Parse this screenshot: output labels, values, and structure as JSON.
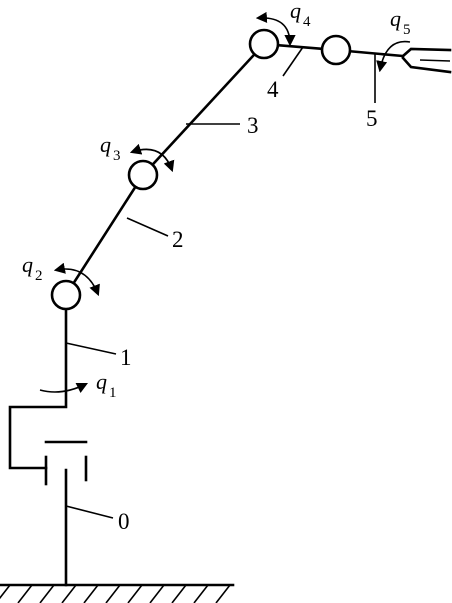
{
  "link_labels": [
    "0",
    "1",
    "2",
    "3",
    "4",
    "5"
  ],
  "joint_variables": [
    {
      "symbol": "q",
      "index": "1"
    },
    {
      "symbol": "q",
      "index": "2"
    },
    {
      "symbol": "q",
      "index": "3"
    },
    {
      "symbol": "q",
      "index": "4"
    },
    {
      "symbol": "q",
      "index": "5"
    }
  ]
}
